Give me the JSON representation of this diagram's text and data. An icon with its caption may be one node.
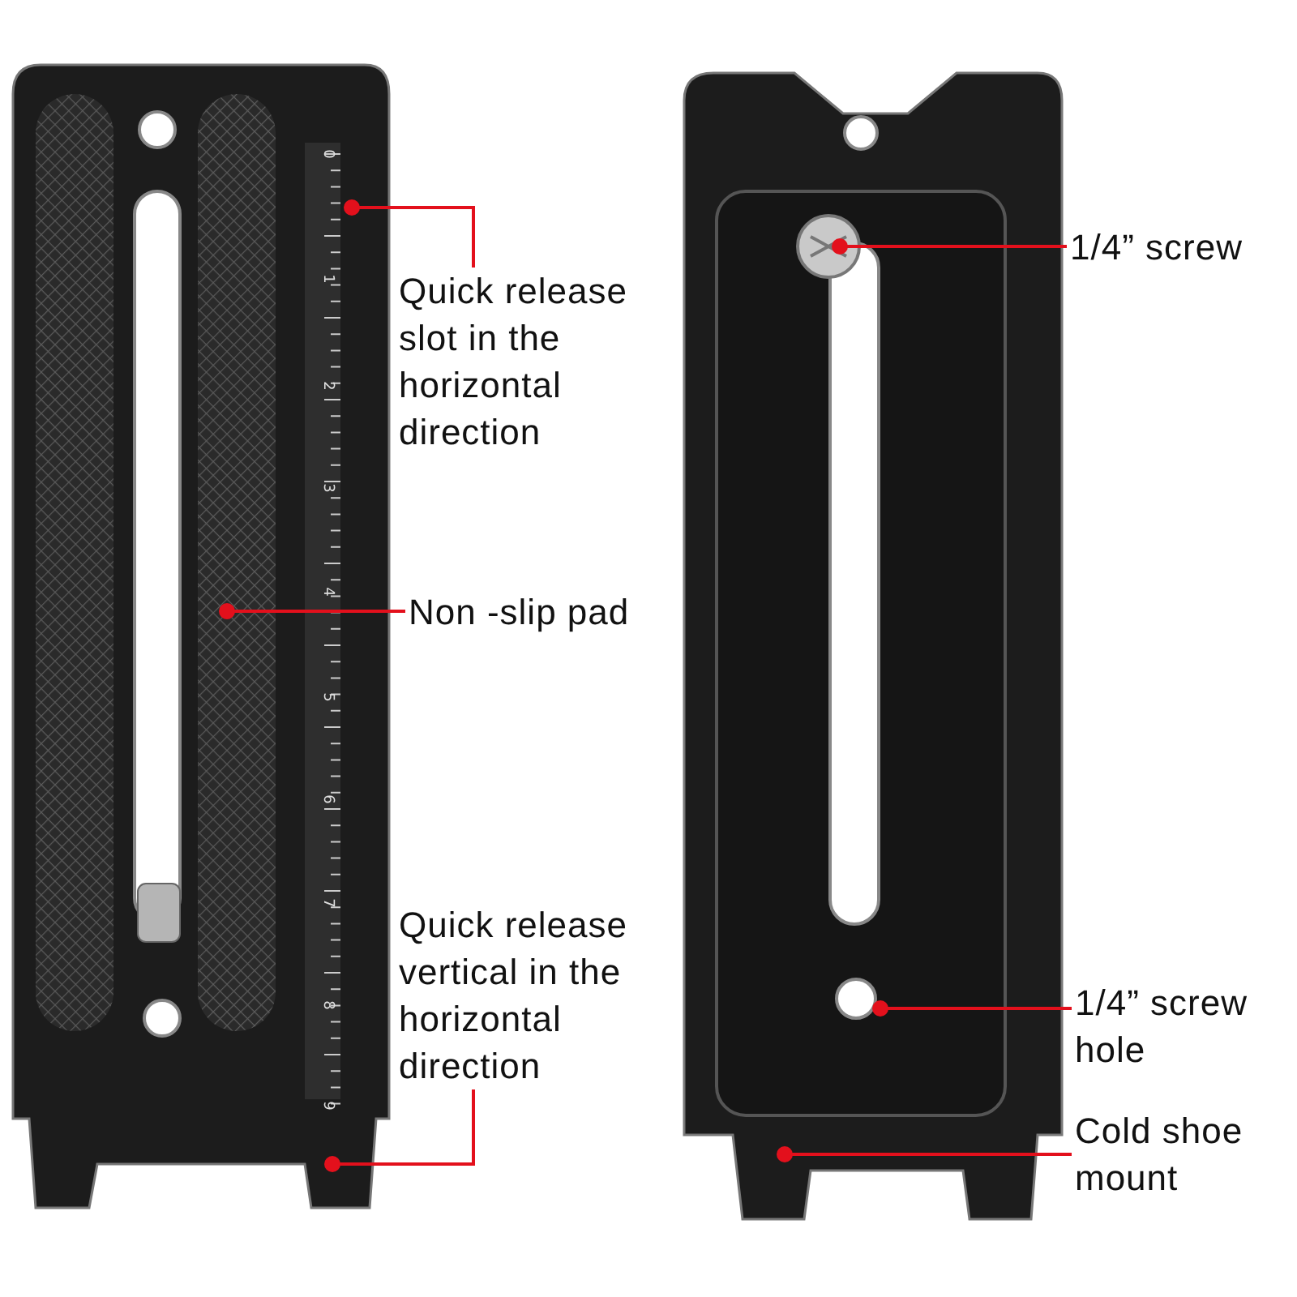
{
  "diagram": {
    "nodes": [
      {
        "text": [
          "Quick release slot in the horizontal direction"
        ]
      },
      {
        "text": [
          "Non -slip pad"
        ]
      },
      {
        "text": [
          "Quick release vertical in the horizontal direction"
        ]
      },
      {
        "text": [
          "1/4” screw"
        ]
      },
      {
        "text": [
          "1/4” screw hole"
        ]
      },
      {
        "text": [
          "Cold shoe mount"
        ]
      }
    ],
    "edges": [
      {
        "from": 0,
        "to": null,
        "arrow": "other"
      },
      {
        "from": 1,
        "to": null,
        "arrow": "other"
      },
      {
        "from": 2,
        "to": null,
        "arrow": "other"
      },
      {
        "from": 3,
        "to": null,
        "arrow": "other"
      },
      {
        "from": 4,
        "to": null,
        "arrow": "other"
      },
      {
        "from": 5,
        "to": null,
        "arrow": "other"
      }
    ],
    "labels": [
      "0",
      "1",
      "2",
      "3",
      "4",
      "5",
      "6",
      "7",
      "8",
      "9"
    ]
  }
}
